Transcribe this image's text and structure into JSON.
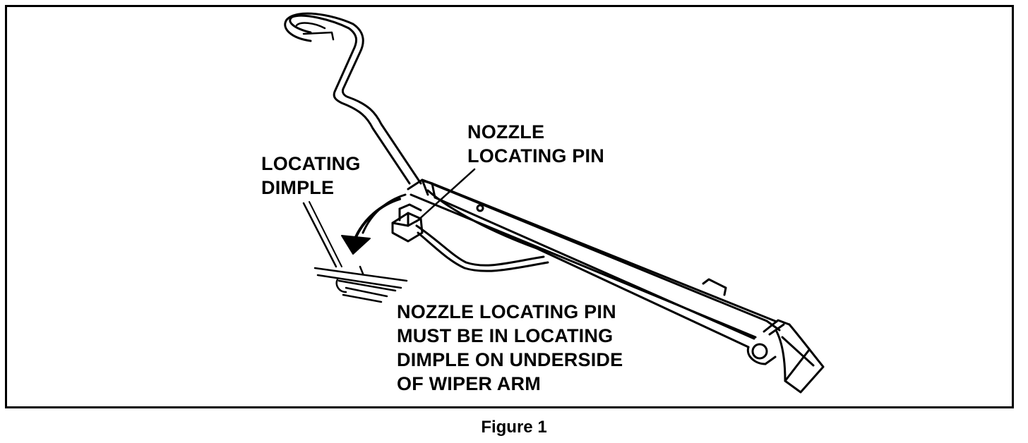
{
  "labels": {
    "nozzle_pin_1": "NOZZLE",
    "nozzle_pin_2": "LOCATING PIN",
    "dimple_1": "LOCATING",
    "dimple_2": "DIMPLE",
    "note_1": "NOZZLE LOCATING PIN",
    "note_2": "MUST BE IN LOCATING",
    "note_3": "DIMPLE ON UNDERSIDE",
    "note_4": "OF WIPER ARM"
  },
  "caption": "Figure 1",
  "colors": {
    "ink": "#000000",
    "paper": "#ffffff"
  }
}
